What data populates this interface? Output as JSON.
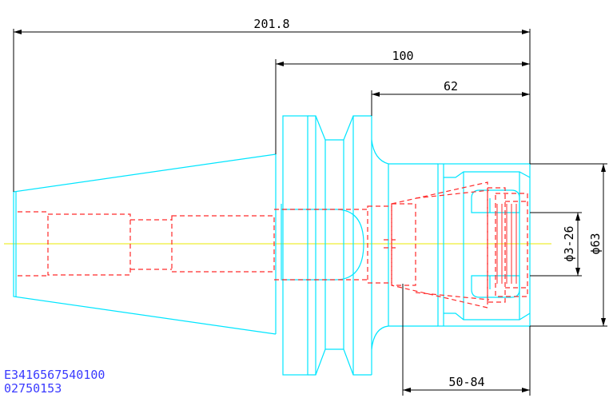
{
  "dimensions": {
    "overall_length": "201.8",
    "shank_length": "100",
    "nose_length": "62",
    "clamping_range": "ϕ3-26",
    "outer_diameter": "ϕ63",
    "bottom_range": "50-84"
  },
  "part_codes": [
    "E3416567540100",
    "02750153"
  ],
  "colors": {
    "outline": "#00e5ff",
    "hidden": "#ff2a2a",
    "centerline": "#e8e800",
    "dimension": "#000000",
    "code_text": "#3a3aff"
  }
}
